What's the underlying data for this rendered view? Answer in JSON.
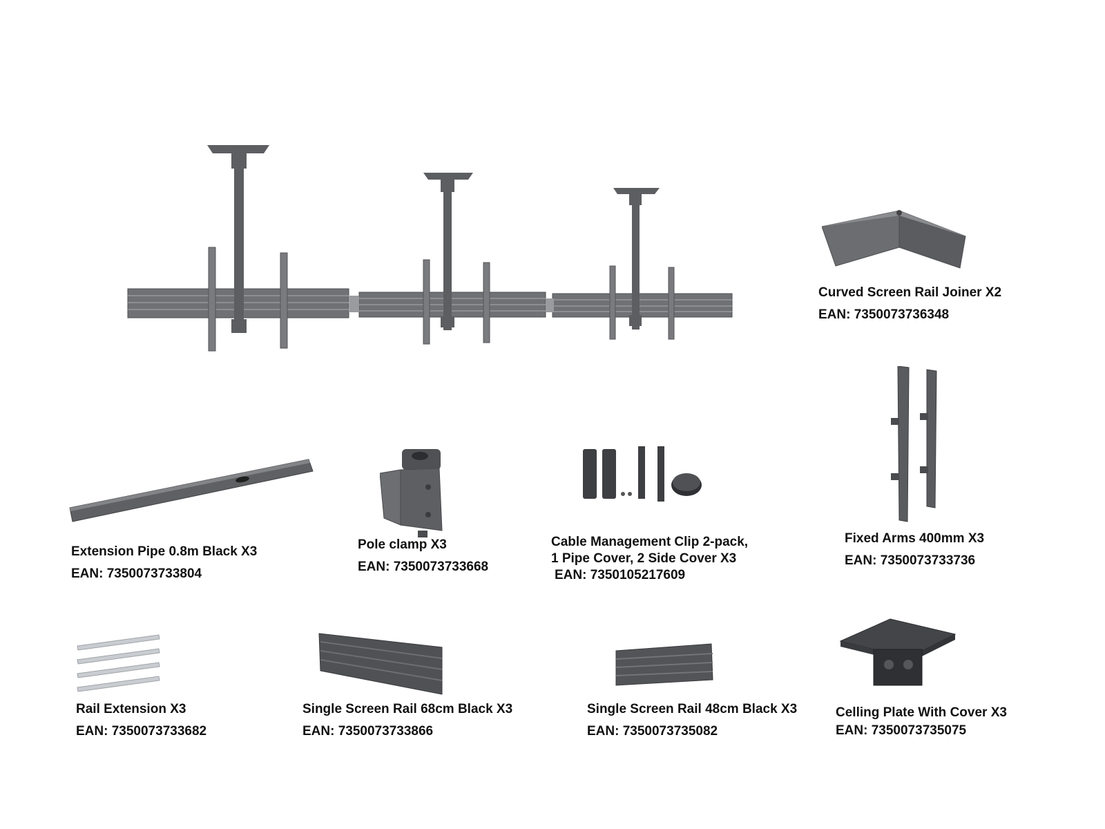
{
  "parts": {
    "joiner": {
      "name": "Curved Screen Rail Joiner X2",
      "ean": "EAN: 7350073736348"
    },
    "pipe": {
      "name": "Extension Pipe 0.8m Black X3",
      "ean": "EAN: 7350073733804"
    },
    "clamp": {
      "name": "Pole clamp X3",
      "ean": "EAN: 7350073733668"
    },
    "cable": {
      "name_line1": "Cable Management Clip 2-pack,",
      "name_line2": "1 Pipe Cover, 2 Side Cover X3",
      "ean": "EAN: 7350105217609"
    },
    "arms": {
      "name": "Fixed Arms 400mm X3",
      "ean": "EAN: 7350073733736"
    },
    "railext": {
      "name": "Rail Extension X3",
      "ean": "EAN: 7350073733682"
    },
    "rail68": {
      "name": "Single Screen Rail 68cm Black X3",
      "ean": "EAN: 7350073733866"
    },
    "rail48": {
      "name": "Single Screen Rail 48cm Black X3",
      "ean": "EAN: 7350073735082"
    },
    "plate": {
      "name": "Celling Plate With Cover X3",
      "ean": "EAN: 7350073735075"
    }
  },
  "colors": {
    "metal": "#6e6f72",
    "metal_dark": "#4a4b4e",
    "metal_light": "#8a8b8e",
    "silver": "#c9ccd0",
    "text": "#111111"
  }
}
